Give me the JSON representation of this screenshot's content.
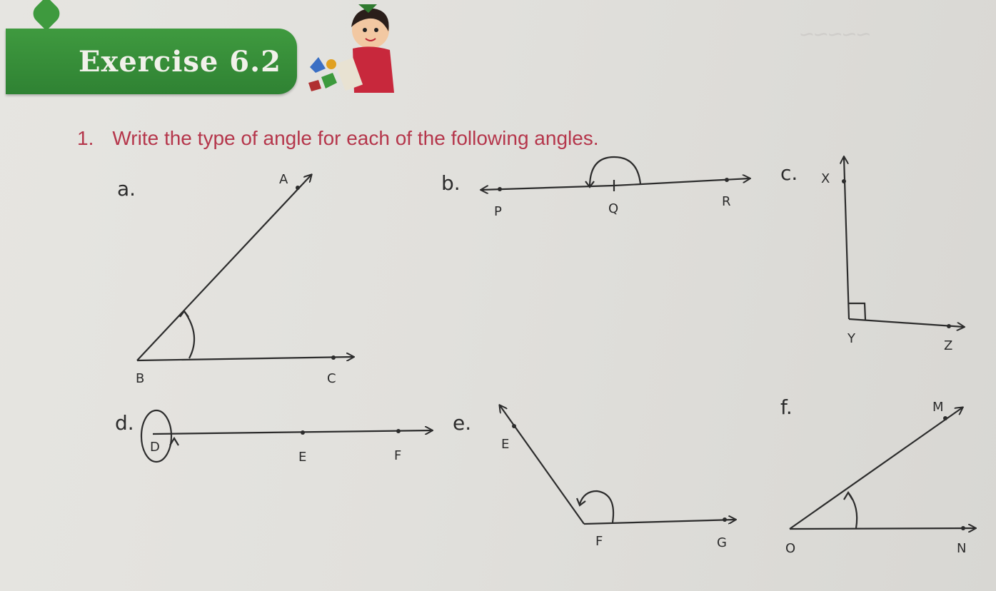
{
  "header": {
    "title": "Exercise 6.2"
  },
  "question": {
    "number": "1.",
    "text": "Write the type of angle for each of the following angles."
  },
  "figures": {
    "a": {
      "label": "a.",
      "points": [
        "A",
        "B",
        "C"
      ]
    },
    "b": {
      "label": "b.",
      "points": [
        "P",
        "Q",
        "R"
      ]
    },
    "c": {
      "label": "c.",
      "points": [
        "X",
        "Y",
        "Z"
      ]
    },
    "d": {
      "label": "d.",
      "points": [
        "D",
        "E",
        "F"
      ]
    },
    "e": {
      "label": "e.",
      "points": [
        "E",
        "F",
        "G"
      ]
    },
    "f": {
      "label": "f.",
      "points": [
        "M",
        "O",
        "N"
      ]
    }
  },
  "colors": {
    "banner": "#2f8233",
    "question": "#b5364b",
    "ink": "#2c2c2c"
  }
}
